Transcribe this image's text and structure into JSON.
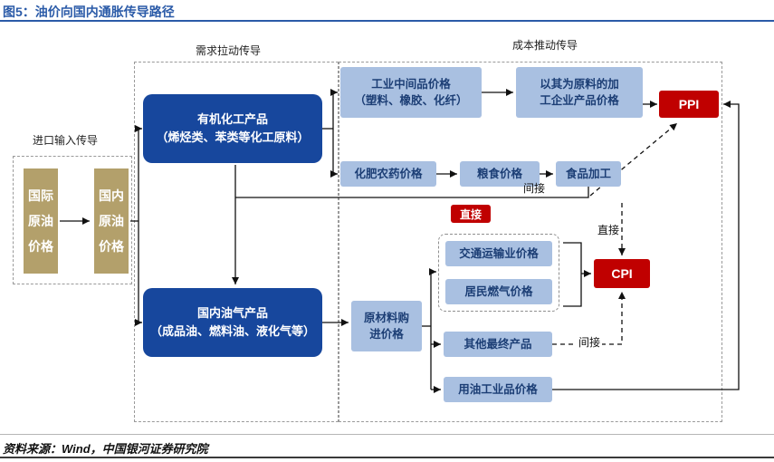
{
  "title": "图5：油价向国内通胀传导路径",
  "sections": {
    "import": "进口输入传导",
    "demand": "需求拉动传导",
    "cost": "成本推动传导"
  },
  "nodes": {
    "intl_crude": "国际原油价格",
    "domestic_crude": "国内原油价格",
    "organic_chemicals": "有机化工产品\n（烯烃类、苯类等化工原料）",
    "domestic_oil_gas": "国内油气产品\n（成品油、燃料油、液化气等）",
    "industrial_intermediates": "工业中间品价格\n（塑料、橡胶、化纤）",
    "processing_enterprise": "以其为原料的加\n工企业产品价格",
    "fertilizer_pesticide": "化肥农药价格",
    "grain_price": "粮食价格",
    "food_processing": "食品加工",
    "raw_material_purchase": "原材料购\n进价格",
    "transportation": "交通运输业价格",
    "residential_gas": "居民燃气价格",
    "other_final_products": "其他最终产品",
    "oil_industrial_products": "用油工业品价格",
    "ppi": "PPI",
    "cpi": "CPI"
  },
  "flow_labels": {
    "indirect_ppi": "间接",
    "direct_badge": "直接",
    "direct_cpi": "直接",
    "indirect_cpi": "间接"
  },
  "footer": {
    "source": "资料来源：Wind，中国银河证券研究院"
  },
  "colors": {
    "title_blue": "#2b5ba8",
    "navy_box": "#17479d",
    "light_blue_box": "#a9c0e1",
    "tan_box": "#b3a06b",
    "red_box": "#c00000"
  }
}
